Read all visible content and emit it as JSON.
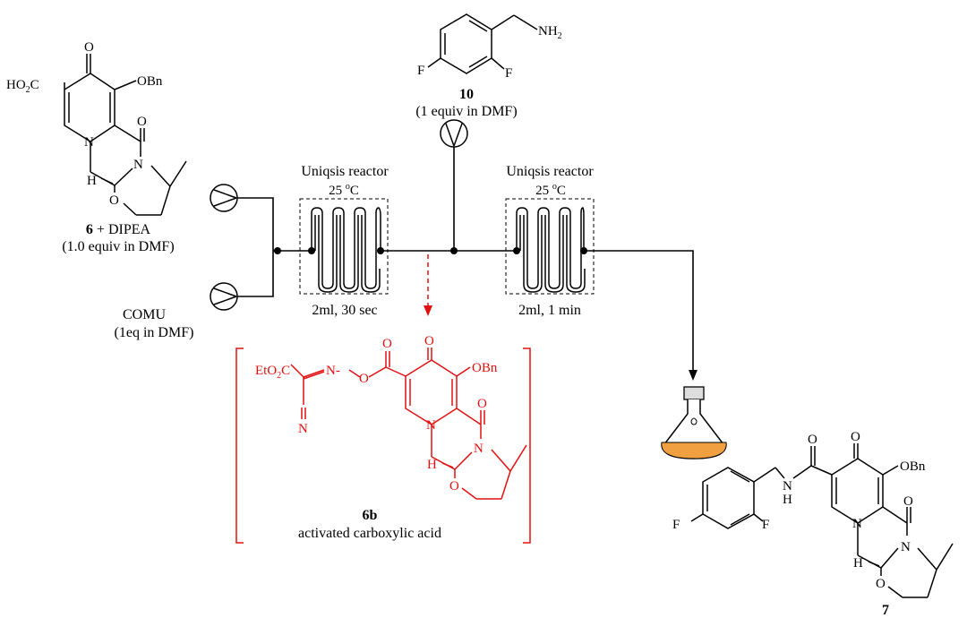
{
  "colors": {
    "ink": "#000000",
    "intermediate": "#e01010",
    "flask_liquid": "#f0a040"
  },
  "top_reagent": {
    "amine_group": "NH",
    "amine_subscript": "2",
    "fluorine_label": "F",
    "compound_number": "10",
    "conditions": "(1 equiv in DMF)"
  },
  "left_acid": {
    "acid_prefix": "HO",
    "acid_subscript": "2",
    "acid_suffix": "C",
    "benzyloxy": "OBn",
    "oxygen": "O",
    "nitrogen": "N",
    "hydrogen": "H",
    "compound_number": "6",
    "reagent_suffix": " + DIPEA",
    "conditions": "(1.0 equiv in DMF)"
  },
  "coupling_agent": {
    "name": "COMU",
    "conditions": "(1eq in DMF)"
  },
  "reactor1": {
    "title": "Uniqsis reactor",
    "temperature_value": "25 ",
    "temperature_degree": "o",
    "temperature_unit": "C",
    "volume_time": "2ml, 30 sec"
  },
  "reactor2": {
    "title": "Uniqsis reactor",
    "temperature_value": "25 ",
    "temperature_degree": "o",
    "temperature_unit": "C",
    "volume_time": "2ml, 1 min"
  },
  "intermediate": {
    "ester_prefix": "EtO",
    "ester_subscript": "2",
    "ester_suffix": "C",
    "oxime_n": "N",
    "oxime_o": "O",
    "nitrile_n": "N",
    "benzyloxy": "OBn",
    "oxygen": "O",
    "nitrogen": "N",
    "hydrogen": "H",
    "compound_number": "6b",
    "description": "activated carboxylic acid"
  },
  "product": {
    "amide_nh": "N",
    "amide_h": "H",
    "fluorine_label": "F",
    "benzyloxy": "OBn",
    "oxygen": "O",
    "nitrogen": "N",
    "hydrogen": "H",
    "compound_number": "7"
  }
}
